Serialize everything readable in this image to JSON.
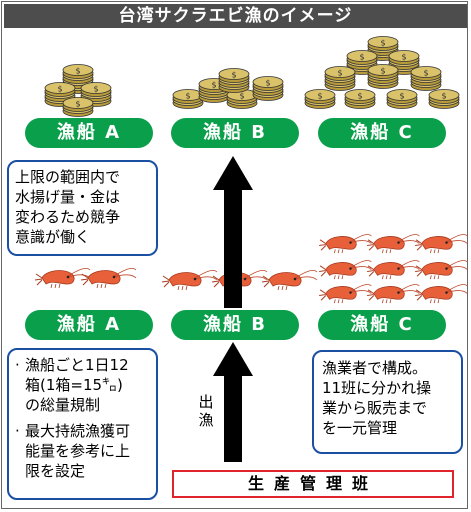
{
  "title": "台湾サクラエビ漁のイメージ",
  "top_boats": [
    "漁船 A",
    "漁船 B",
    "漁船 C"
  ],
  "bottom_boats": [
    "漁船 A",
    "漁船 B",
    "漁船 C"
  ],
  "competition_note": [
    "上限の範囲内で",
    "水揚げ量・金は",
    "変わるため競争",
    "意識が働く"
  ],
  "regulation_notes": [
    [
      "漁船ごと1日12",
      "箱(1箱=15㌔)",
      "の総量規制"
    ],
    [
      "最大持続漁獲可",
      "能量を参考に上",
      "限を設定"
    ]
  ],
  "fishermen_note": [
    "漁業者で構成。",
    "11班に分かれ操",
    "業から販売まで",
    "を一元管理"
  ],
  "departure_label": [
    "出",
    "漁"
  ],
  "management_group": "生産管理班",
  "coin_symbol": "$",
  "icons": [
    "coin-stack-icon",
    "shrimp-icon",
    "up-arrow-icon"
  ],
  "colors": {
    "title_bg": "#4d4d4d",
    "pill": "#0aa04b",
    "note_border": "#1a4fa3",
    "manage_border": "#e0242b",
    "coin": "#d9c26a",
    "shrimp": "#e8603a",
    "arrow": "#000000"
  }
}
